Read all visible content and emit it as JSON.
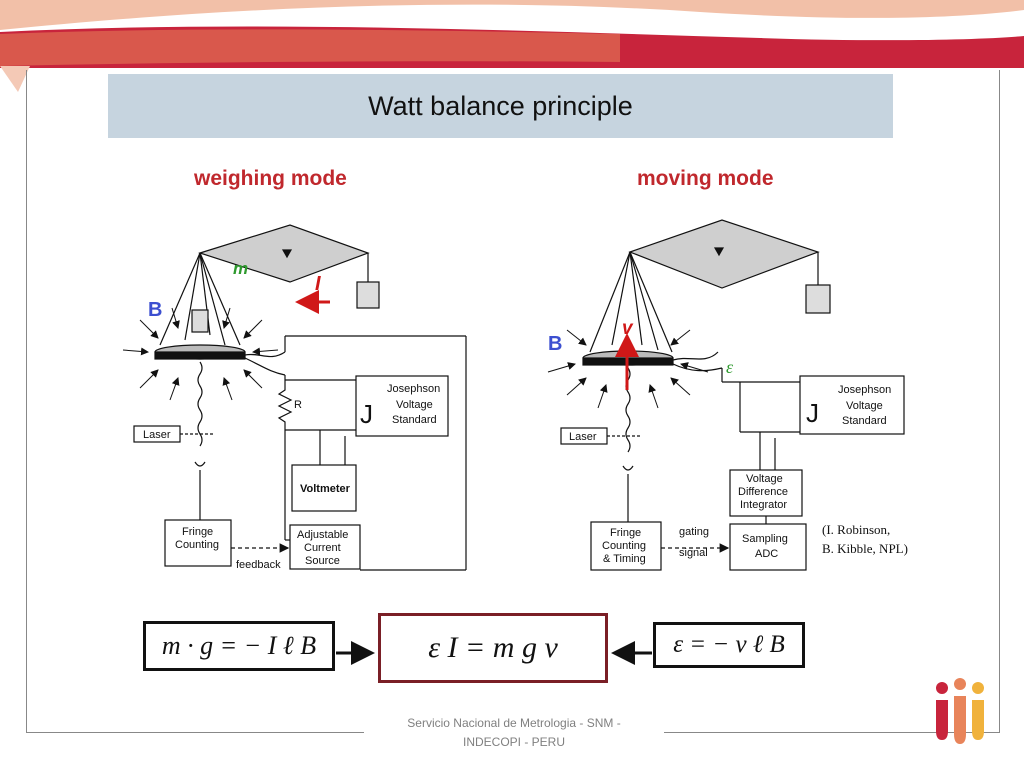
{
  "slide": {
    "title": "Watt balance principle",
    "footer_line1": "Servicio Nacional de Metrologia - SNM -",
    "footer_line2": "INDECOPI - PERU",
    "credit_line1": "(I. Robinson,",
    "credit_line2": "B. Kibble, NPL)"
  },
  "weighing": {
    "title": "weighing mode",
    "label_m": "m",
    "label_I": "I",
    "label_B": "B",
    "label_R": "R",
    "label_J": "J",
    "laser": "Laser",
    "josephson_1": "Josephson",
    "josephson_2": "Voltage",
    "josephson_3": "Standard",
    "voltmeter": "Voltmeter",
    "current_1": "Adjustable",
    "current_2": "Current",
    "current_3": "Source",
    "fringe_1": "Fringe",
    "fringe_2": "Counting",
    "feedback": "feedback"
  },
  "moving": {
    "title": "moving mode",
    "label_v": "v",
    "label_B": "B",
    "label_eps": "ε",
    "label_J": "J",
    "laser": "Laser",
    "josephson_1": "Josephson",
    "josephson_2": "Voltage",
    "josephson_3": "Standard",
    "integrator_1": "Voltage",
    "integrator_2": "Difference",
    "integrator_3": "Integrator",
    "adc_1": "Sampling",
    "adc_2": "ADC",
    "fringe_1": "Fringe",
    "fringe_2": "Counting",
    "fringe_3": "& Timing",
    "gating_1": "gating",
    "gating_2": "signal"
  },
  "equations": {
    "left": "m · g = − I ℓ B",
    "center": "ε  I  =  m  g  v",
    "right": "ε = − v ℓ B"
  },
  "colors": {
    "banner_red": "#c8243c",
    "banner_orange": "#e8845a",
    "title_bar": "#c6d4df",
    "mode_title": "#c0282d",
    "center_border": "#7a1f26",
    "label_green": "#2e9a2e",
    "label_blue": "#3c4fd0"
  }
}
